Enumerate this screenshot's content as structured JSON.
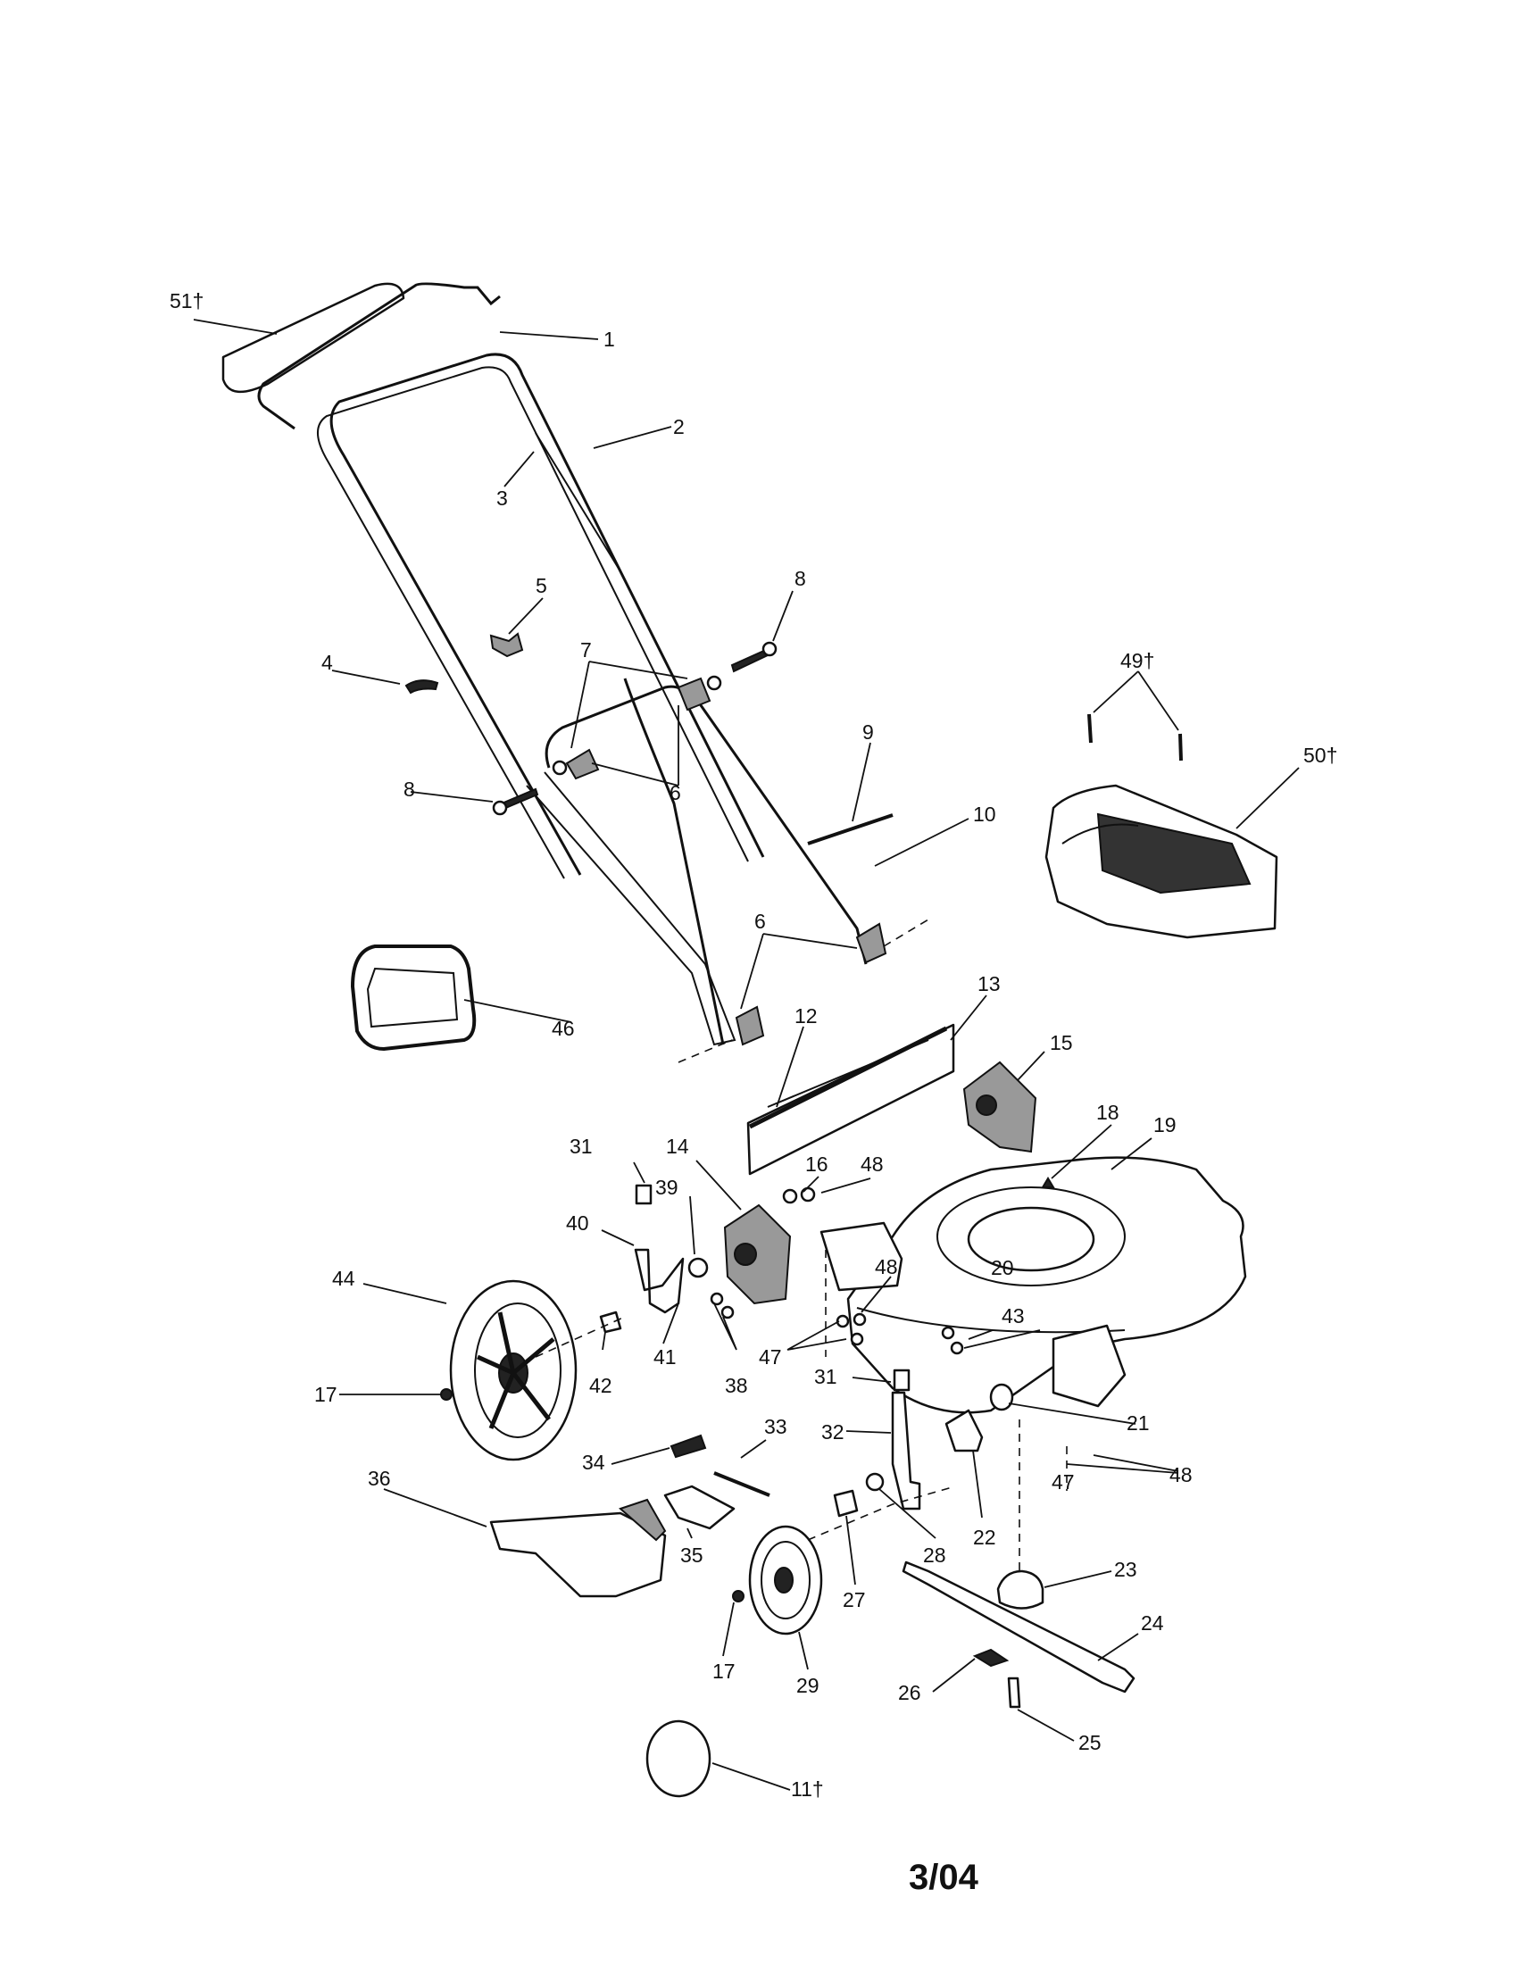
{
  "labels": {
    "l1": "1",
    "l2": "2",
    "l3": "3",
    "l4": "4",
    "l5": "5",
    "l6a": "6",
    "l6b": "6",
    "l7": "7",
    "l8a": "8",
    "l8b": "8",
    "l9": "9",
    "l10": "10",
    "l11": "11†",
    "l12": "12",
    "l13": "13",
    "l14": "14",
    "l15": "15",
    "l16": "16",
    "l17a": "17",
    "l17b": "17",
    "l18": "18",
    "l19": "19",
    "l20": "20",
    "l21": "21",
    "l22": "22",
    "l23": "23",
    "l24": "24",
    "l25": "25",
    "l26": "26",
    "l27": "27",
    "l28": "28",
    "l29": "29",
    "l31a": "31",
    "l31b": "31",
    "l32": "32",
    "l33": "33",
    "l34": "34",
    "l35": "35",
    "l36": "36",
    "l38": "38",
    "l39": "39",
    "l40": "40",
    "l41": "41",
    "l42": "42",
    "l43": "43",
    "l44": "44",
    "l46": "46",
    "l47a": "47",
    "l47b": "47",
    "l48a": "48",
    "l48b": "48",
    "l48c": "48",
    "l49": "49†",
    "l50": "50†",
    "l51": "51†"
  },
  "footer": {
    "date_code": "3/04"
  }
}
